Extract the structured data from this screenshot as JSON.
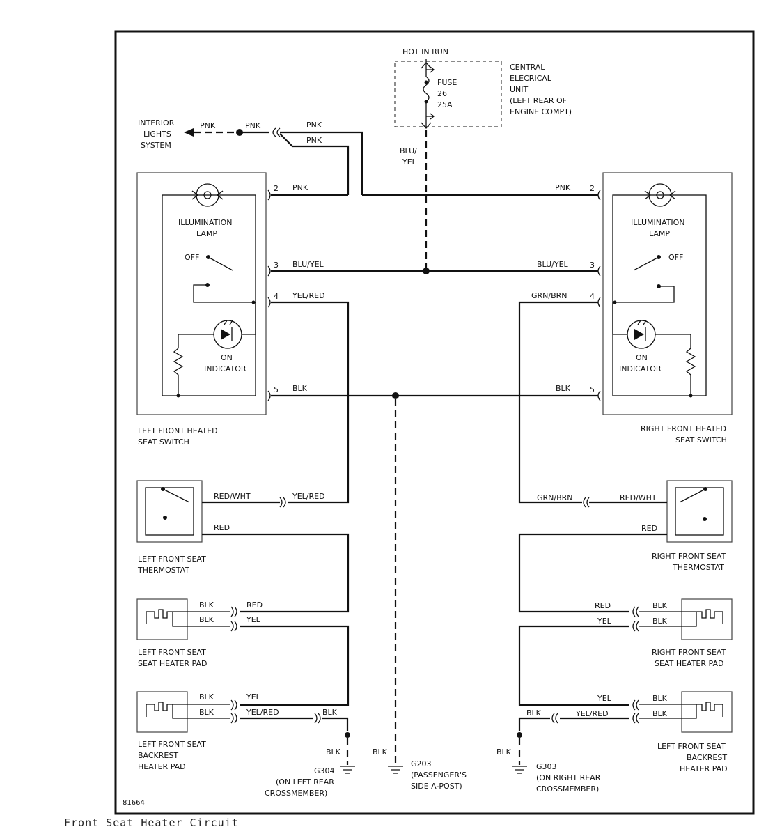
{
  "source": {
    "hot": "HOT IN RUN",
    "fuse_label": "FUSE",
    "fuse_number": "26",
    "fuse_rating": "25A",
    "unit_lines": [
      "CENTRAL",
      "ELECRICAL",
      "UNIT",
      "(LEFT REAR OF",
      "ENGINE COMPT)"
    ],
    "wire_lines": [
      "BLU/",
      "YEL"
    ]
  },
  "interior": {
    "lines": [
      "INTERIOR",
      "LIGHTS",
      "SYSTEM"
    ],
    "wire1": "PNK",
    "wire2": "PNK",
    "wire_top": "PNK",
    "wire_bottom": "PNK"
  },
  "left_switch": {
    "pin2": "2",
    "pin3": "3",
    "pin4": "4",
    "pin5": "5",
    "wire2": "PNK",
    "wire3": "BLU/YEL",
    "wire4": "YEL/RED",
    "wire5": "BLK",
    "lamp_lines": [
      "ILLUMINATION",
      "LAMP"
    ],
    "off": "OFF",
    "ind_lines": [
      "ON",
      "INDICATOR"
    ],
    "title_lines": [
      "LEFT FRONT HEATED",
      "SEAT SWITCH"
    ]
  },
  "right_switch": {
    "pin2": "2",
    "pin3": "3",
    "pin4": "4",
    "pin5": "5",
    "wire2": "PNK",
    "wire3": "BLU/YEL",
    "wire4": "GRN/BRN",
    "wire5": "BLK",
    "lamp_lines": [
      "ILLUMINATION",
      "LAMP"
    ],
    "off": "OFF",
    "ind_lines": [
      "ON",
      "INDICATOR"
    ],
    "title_lines": [
      "RIGHT FRONT HEATED",
      "SEAT SWITCH"
    ]
  },
  "left_thermostat": {
    "wire_a": "RED/WHT",
    "wire_b": "YEL/RED",
    "wire_c": "RED",
    "title_lines": [
      "LEFT FRONT SEAT",
      "THERMOSTAT"
    ]
  },
  "right_thermostat": {
    "wire_a": "GRN/BRN",
    "wire_b": "RED/WHT",
    "wire_c": "RED",
    "title_lines": [
      "RIGHT FRONT SEAT",
      "THERMOSTAT"
    ]
  },
  "left_heater": {
    "w1": "BLK",
    "w2": "RED",
    "w3": "BLK",
    "w4": "YEL",
    "title_lines": [
      "LEFT FRONT SEAT",
      "SEAT HEATER PAD"
    ]
  },
  "right_heater": {
    "w1": "RED",
    "w2": "BLK",
    "w3": "YEL",
    "w4": "BLK",
    "title_lines": [
      "RIGHT FRONT SEAT",
      "SEAT HEATER PAD"
    ]
  },
  "left_backrest": {
    "w1": "BLK",
    "w2": "YEL",
    "w3": "BLK",
    "w4": "YEL/RED",
    "w5": "BLK",
    "title_lines": [
      "LEFT FRONT SEAT",
      "BACKREST",
      "HEATER PAD"
    ]
  },
  "right_backrest": {
    "w1": "YEL",
    "w2": "BLK",
    "w3": "BLK",
    "w4": "YEL/RED",
    "w5": "BLK",
    "title_lines": [
      "LEFT FRONT SEAT",
      "BACKREST",
      "HEATER PAD"
    ]
  },
  "grounds": {
    "g304_wire": "BLK",
    "g304_lines": [
      "G304",
      "(ON LEFT REAR",
      "CROSSMEMBER)"
    ],
    "g203_wire": "BLK",
    "g203_lines": [
      "G203",
      "(PASSENGER'S",
      "SIDE A-POST)"
    ],
    "g303_wire": "BLK",
    "g303_lines": [
      "G303",
      "(ON RIGHT REAR",
      "CROSSMEMBER)"
    ]
  },
  "figure_number": "81664",
  "caption": "Front Seat Heater Circuit"
}
